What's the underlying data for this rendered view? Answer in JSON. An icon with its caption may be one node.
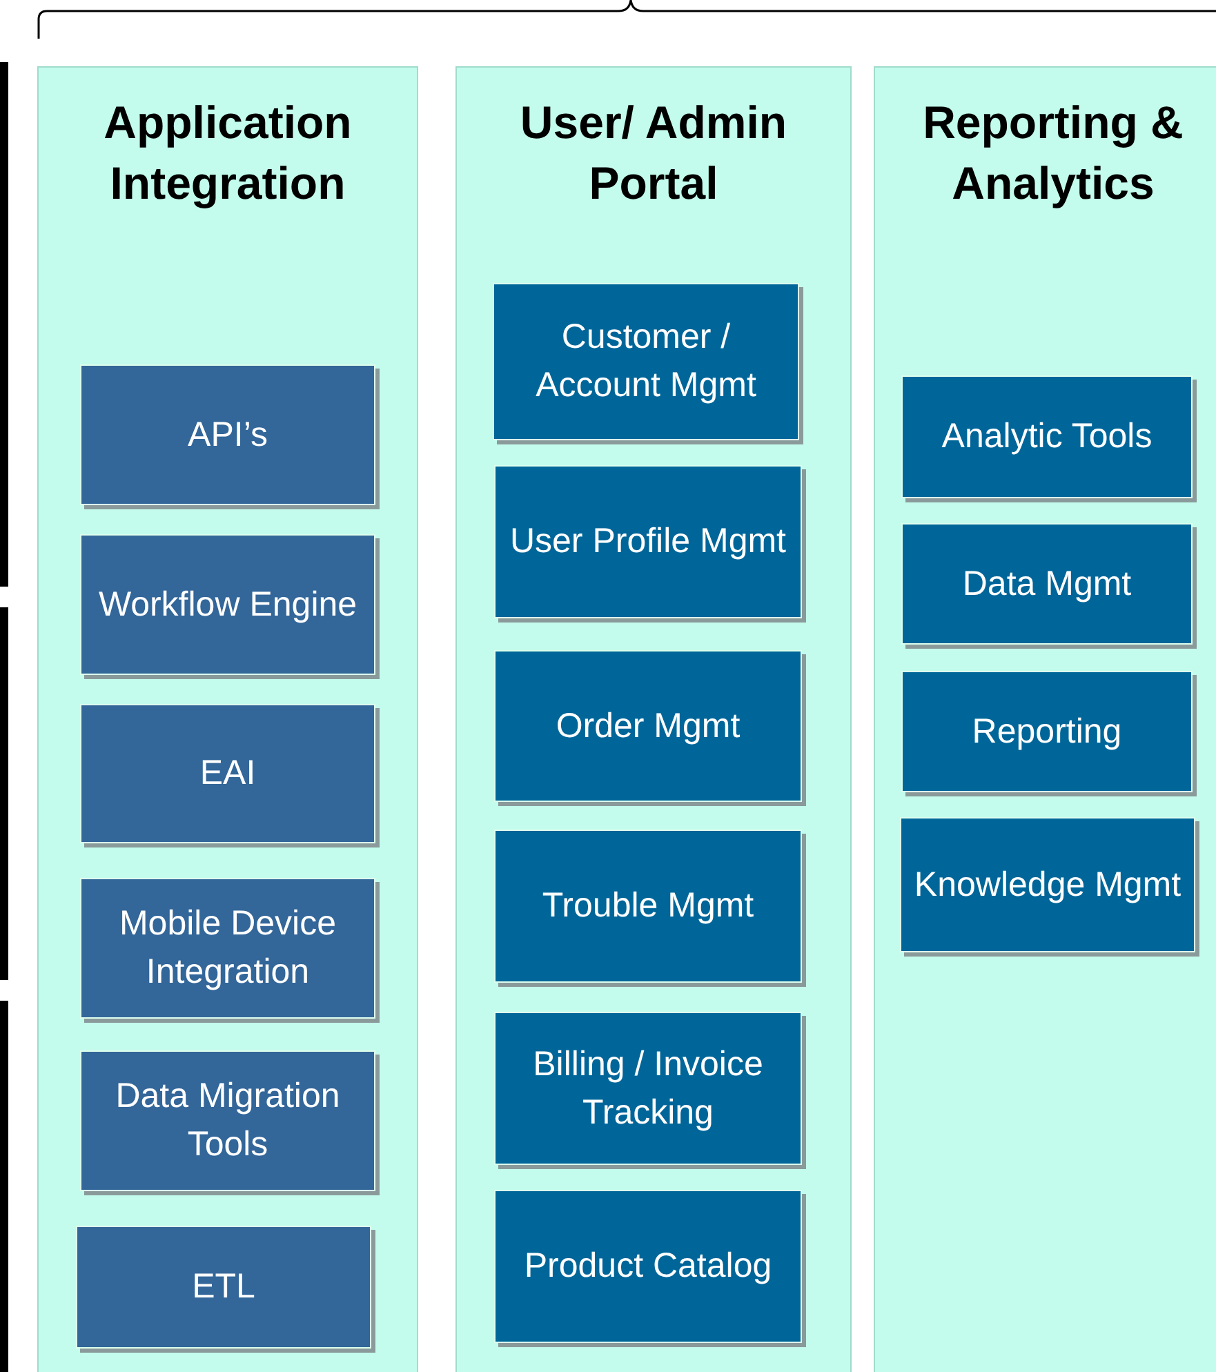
{
  "diagram": {
    "nodes": [
      {
        "text": [
          "Application Integration"
        ]
      },
      {
        "text": [
          "API’s"
        ],
        "in": 0
      },
      {
        "text": [
          "Workflow Engine"
        ],
        "in": 0
      },
      {
        "text": [
          "EAI"
        ],
        "in": 0
      },
      {
        "text": [
          "Mobile Device Integration"
        ],
        "in": 0
      },
      {
        "text": [
          "Data Migration Tools"
        ],
        "in": 0
      },
      {
        "text": [
          "ETL"
        ],
        "in": 0
      },
      {
        "text": [
          "User/ Admin Portal"
        ]
      },
      {
        "text": [
          "Customer / Account Mgmt"
        ],
        "in": 7
      },
      {
        "text": [
          "User Profile Mgmt"
        ],
        "in": 7
      },
      {
        "text": [
          "Order Mgmt"
        ],
        "in": 7
      },
      {
        "text": [
          "Trouble Mgmt"
        ],
        "in": 7
      },
      {
        "text": [
          "Billing / Invoice Tracking"
        ],
        "in": 7
      },
      {
        "text": [
          "Product Catalog"
        ],
        "in": 7
      },
      {
        "text": [
          "Reporting & Analytics"
        ]
      },
      {
        "text": [
          "Analytic Tools"
        ],
        "in": 14
      },
      {
        "text": [
          "Data Mgmt"
        ],
        "in": 14
      },
      {
        "text": [
          "Reporting"
        ],
        "in": 14
      },
      {
        "text": [
          "Knowledge Mgmt"
        ],
        "in": 14
      }
    ]
  }
}
